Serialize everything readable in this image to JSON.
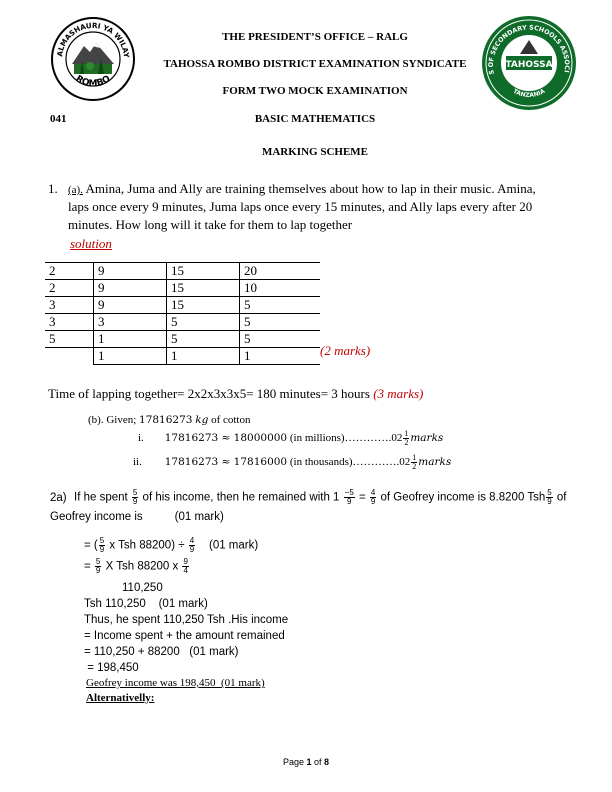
{
  "header": {
    "line1": "THE PRESIDENT’S OFFICE – RALG",
    "line2": "TAHOSSA ROMBO DISTRICT EXAMINATION SYNDICATE",
    "line3": "FORM TWO MOCK EXAMINATION",
    "code": "041",
    "subject": "BASIC MATHEMATICS",
    "title": "MARKING SCHEME"
  },
  "logos": {
    "left_text_top": "HALMASHAURI YA WILAYA",
    "left_text_bottom": "ROMBO",
    "right_text_ring": "HEADS OF SECONDARY SCHOOLS ASSOCIATION",
    "right_text_center": "TAHOSSA",
    "right_text_bottom": "TANZANIA"
  },
  "q1": {
    "number": "1.",
    "part_a_label": "(a).",
    "line1": "Amina, Juma and Ally are training themselves about how to lap in their music. Amina,",
    "line2": "laps once every 9 minutes, Juma laps once every 15 minutes, and Ally laps every after 20",
    "line3": "minutes. How long will it take for them to lap together",
    "solution_label": "solution",
    "table": [
      [
        "2",
        "9",
        "15",
        "20"
      ],
      [
        "2",
        "9",
        "15",
        "10"
      ],
      [
        "3",
        "9",
        "15",
        "5"
      ],
      [
        "3",
        "3",
        "5",
        "5"
      ],
      [
        "5",
        "1",
        "5",
        "5"
      ],
      [
        "",
        "1",
        "1",
        "1"
      ]
    ],
    "table_marks": "(2 marks)",
    "answer": "Time of lapping together= 2x2x3x3x5= 180 minutes=   3 hours ",
    "answer_marks": "(3 marks)",
    "part_b_intro": "(b). Given;",
    "given_value": "17816273",
    "given_unit": "kg",
    "given_suffix": " of cotton",
    "b_i_label": "i.",
    "b_i_expr": "17816273 ≈ 18000000",
    "b_i_note": " (in millions)………….02",
    "b_ii_label": "ii.",
    "b_ii_expr": "17816273 ≈ 17816000",
    "b_ii_note": " (in thousands)………….02",
    "half_num": "1",
    "half_den": "2",
    "marks_word": "marks"
  },
  "q2": {
    "label": "2a)",
    "line1_a": "If he spent ",
    "line1_b": " of his income, then he remained with 1 ",
    "line1_c": " = ",
    "line1_d": " of Geofrey income is 8.8200 Tsh",
    "line1_e": " of",
    "f59_num": "5",
    "f59_den": "9",
    "fm59_num": "−5",
    "fm59_den": "9",
    "f49_num": "4",
    "f49_den": "9",
    "f94_num": "9",
    "f94_den": "4",
    "line2": "Geofrey income is          (01 mark)",
    "step1_a": "= (",
    "step1_b": " x Tsh 88200) ÷ ",
    "step1_c": "    (01 mark)",
    "step2_a": "= ",
    "step2_b": " X Tsh 88200 x ",
    "step3": "110,250",
    "step4": "Tsh 110,250    (01 mark)",
    "step5": "Thus, he spent 110,250 Tsh .His income",
    "step6": "= Income spent + the amount remained",
    "step7": "= 110,250 + 88200   (01 mark)",
    "step8": " = 198,450",
    "step9": "Geofrey income was 198,450  (01 mark)",
    "step10": "Alternativelly:"
  },
  "footer": {
    "page_word": "Page ",
    "page_num": "1",
    "of_word": " of ",
    "page_total": "8"
  }
}
